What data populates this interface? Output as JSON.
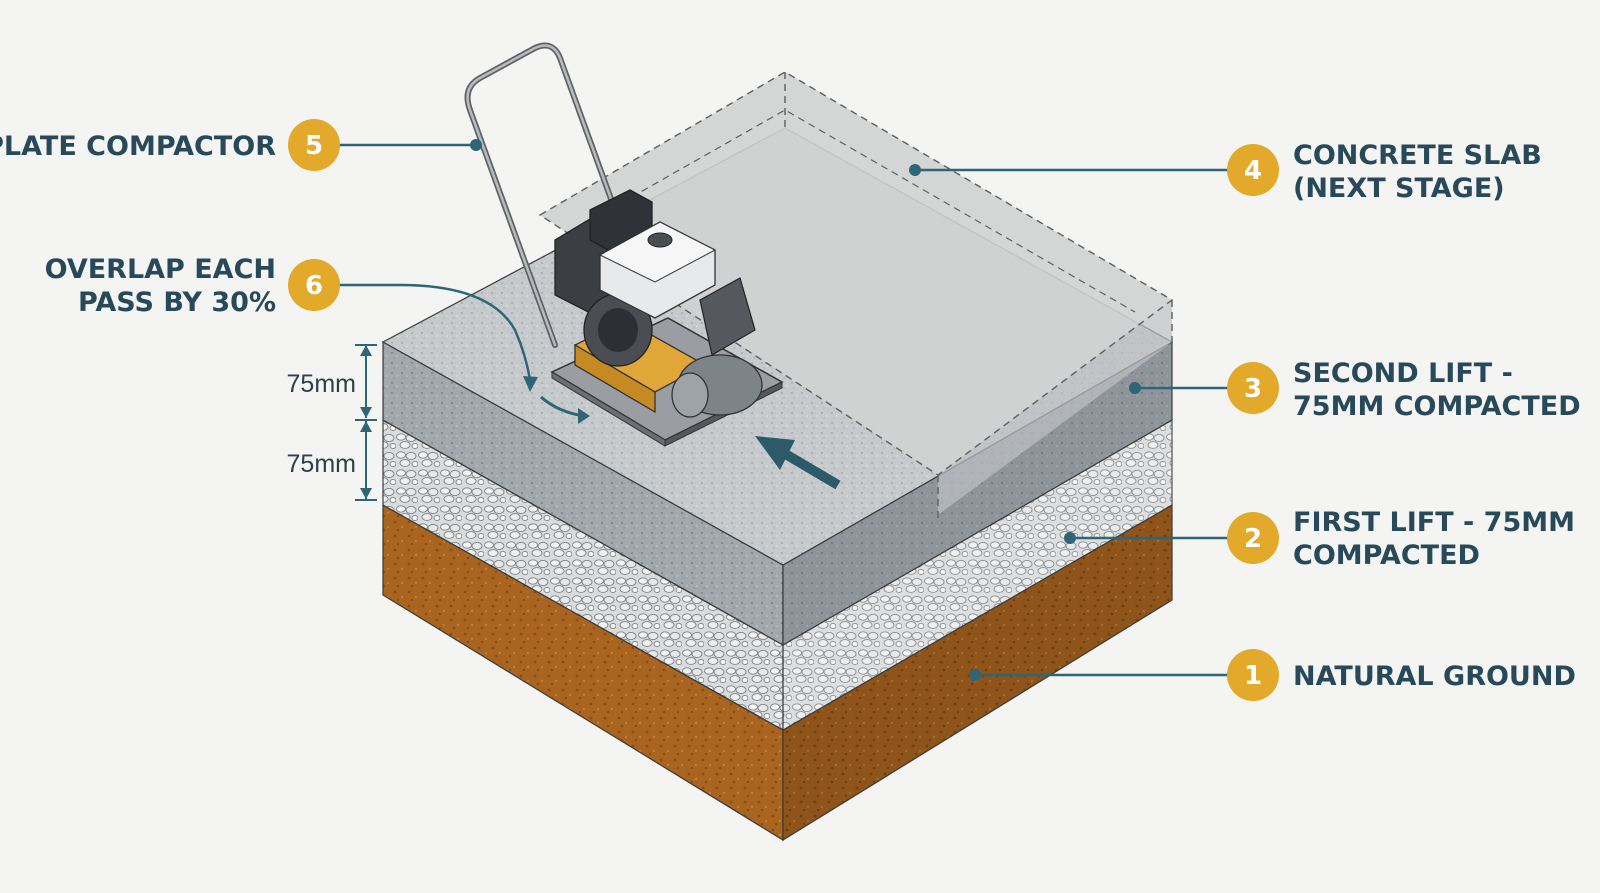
{
  "colors": {
    "badge": "#e3a92a",
    "leader": "#2f6677",
    "label_text": "#27495a",
    "natural_ground": "#a9641f",
    "first_lift": "#c9ccce",
    "second_lift": "#9aa0a5",
    "slab": "#d2d3d4"
  },
  "callouts": [
    {
      "num": "1",
      "lines": [
        "NATURAL GROUND"
      ]
    },
    {
      "num": "2",
      "lines": [
        "FIRST LIFT - 75MM",
        "COMPACTED"
      ]
    },
    {
      "num": "3",
      "lines": [
        "SECOND LIFT -",
        "75MM COMPACTED"
      ]
    },
    {
      "num": "4",
      "lines": [
        "CONCRETE SLAB",
        "(NEXT STAGE)"
      ]
    },
    {
      "num": "5",
      "lines": [
        "PLATE COMPACTOR"
      ]
    },
    {
      "num": "6",
      "lines": [
        "OVERLAP EACH",
        "PASS BY 30%"
      ]
    }
  ],
  "dimensions": [
    {
      "label": "75mm",
      "refers_to": "second lift"
    },
    {
      "label": "75mm",
      "refers_to": "first lift"
    }
  ],
  "icons": {
    "direction_arrow": "arrow-up-left-icon",
    "overlap_arrow": "curved-arrow-icon"
  }
}
